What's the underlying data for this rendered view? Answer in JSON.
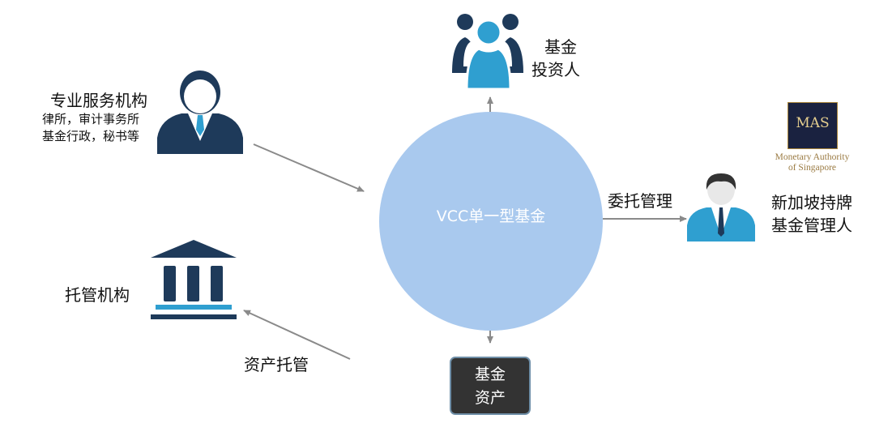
{
  "center": {
    "label": "VCC单一型基金"
  },
  "investors": {
    "line1": "基金",
    "line2": "投资人"
  },
  "service_providers": {
    "title": "专业服务机构",
    "line1": "律所，审计事务所",
    "line2": "基金行政，秘书等"
  },
  "manager": {
    "edge_label": "委托管理",
    "line1": "新加坡持牌",
    "line2": "基金管理人"
  },
  "mas_logo": {
    "abbr": "MAS",
    "line1": "Monetary Authority",
    "line2": "of Singapore"
  },
  "custodian": {
    "title": "托管机构",
    "edge_label": "资产托管"
  },
  "fund_assets": {
    "line1": "基金",
    "line2": "资产"
  },
  "colors": {
    "circle": "#a9c9ee",
    "navy": "#1e3a5a",
    "investor_blue": "#2f9fd0",
    "arrow": "#8a8a8a",
    "asset_box": "#333333"
  }
}
